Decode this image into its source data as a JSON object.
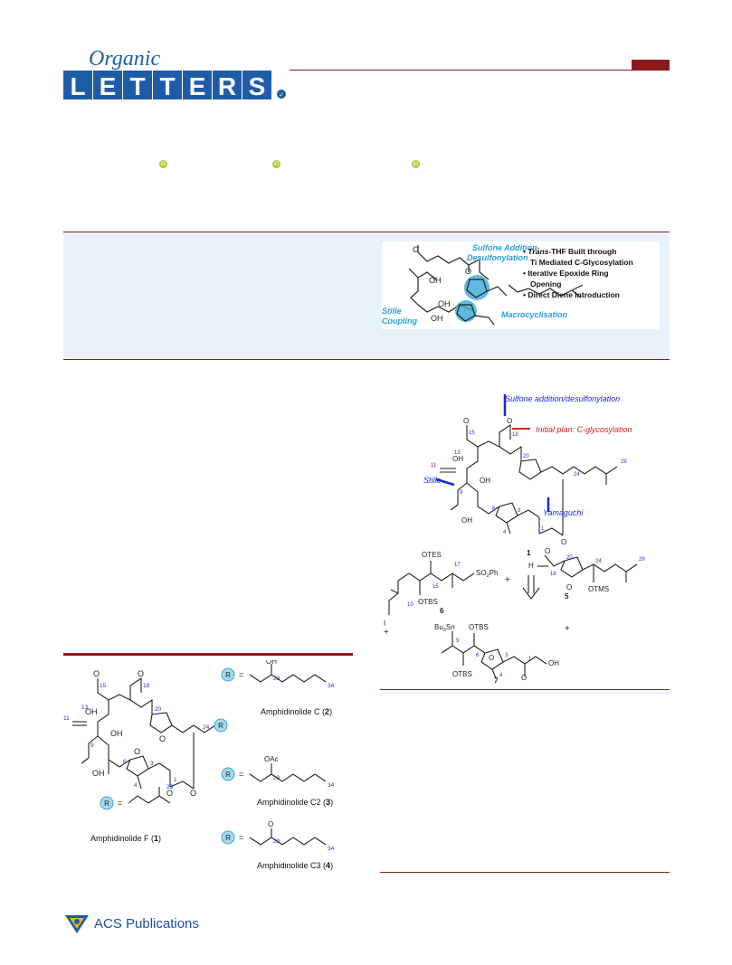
{
  "header": {
    "logo_script": "Organic",
    "logo_letters": [
      "L",
      "E",
      "T",
      "T",
      "E",
      "R",
      "S"
    ],
    "check": "✓"
  },
  "toc": {
    "labels": {
      "sulfone_1": "Sulfone Addition-",
      "sulfone_2": "Desulfonylation",
      "stille_1": "Stille",
      "stille_2": "Coupling",
      "macro": "Macrocyclisation",
      "oh": "OH",
      "o": "O"
    },
    "bullets": [
      {
        "em": "Trans",
        "text": "-THF Built through"
      },
      {
        "em": "",
        "text": "Ti Mediated C-Glycosylation"
      },
      {
        "em": "",
        "text": "Iterative Epoxide Ring"
      },
      {
        "em": "",
        "text": "Opening"
      },
      {
        "em": "",
        "text": "Direct Diene Introduction"
      }
    ]
  },
  "fig1": {
    "atoms": {
      "o": "O",
      "oh": "OH",
      "r": "R",
      "eq": "="
    },
    "nums": {
      "n15": "15",
      "n18": "18",
      "n13": "13",
      "n20": "20",
      "n11": "11",
      "n24": "24",
      "n9": "9",
      "n6": "6",
      "n3": "3",
      "n4": "4",
      "n1": "1",
      "n29": "29",
      "n34": "34",
      "oac": "OAc"
    },
    "labels": {
      "f": "Amphidinolide F (",
      "f_num": "1",
      "c": "Amphidinolide C (",
      "c_num": "2",
      "c2": "Amphidinolide C2 (",
      "c2_num": "3",
      "c3": "Amphidinolide C3 (",
      "c3_num": "4",
      "close": ")"
    }
  },
  "scheme": {
    "sulfone": "Sulfone addition/desulfonylation",
    "initial": "Initial plan: C-glycosylation",
    "stille": "Stille",
    "yamaguchi": "Yamaguchi",
    "cmpd1": "1",
    "otes": "OTES",
    "so2ph": "SO",
    "two": "2",
    "ph": "Ph",
    "otbs": "TBS",
    "cmpd6": "6",
    "cmpd5": "5",
    "cmpd7": "7",
    "i": "I",
    "h": "H",
    "otms": "OTMS",
    "bu3sn": "Bu",
    "three": "3",
    "sn": "Sn",
    "otbs2": "OTBS",
    "oh": "OH",
    "plus": "+",
    "n17": "17",
    "n15": "15",
    "n10": "10",
    "n18": "18",
    "n20": "20",
    "n24": "24",
    "n29": "29",
    "n9": "9",
    "n6": "6",
    "n3": "3",
    "n4": "4",
    "n1": "1",
    "n13": "13",
    "n11": "11"
  },
  "footer": {
    "publisher": "ACS Publications"
  },
  "colors": {
    "brand_red": "#8b1a1a",
    "logo_blue": "#1f5ca8",
    "toc_bg": "#e8f2fa",
    "highlight": "#3aa7d6",
    "orcid": "#a6ce39",
    "num_blue": "#2233cc",
    "note_red": "#d22222",
    "bond_blue": "#1a2bd1"
  }
}
